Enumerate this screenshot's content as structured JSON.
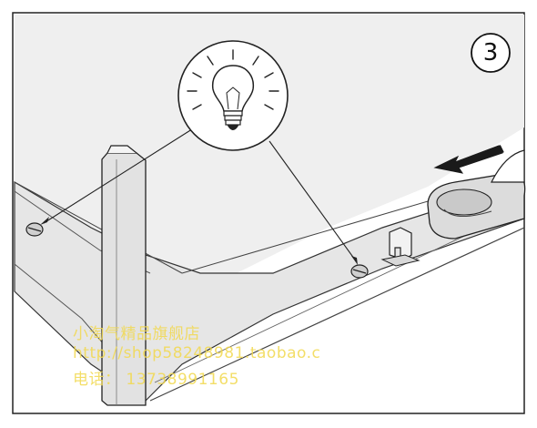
{
  "diagram": {
    "step_number": "3",
    "colors": {
      "outline": "#222222",
      "panel": "#eeeeee",
      "frame_shade": "#d9d9d9",
      "arrow": "#1a1a1a",
      "watermark": "#f2d94e"
    },
    "icons": [
      "light-bulb-icon",
      "push-arrow-icon"
    ]
  },
  "watermark": {
    "line1": "小淘气精品旗舰店",
    "line2": "http://shop58248981.taobao.c",
    "line3": "电话： 13738991165"
  }
}
